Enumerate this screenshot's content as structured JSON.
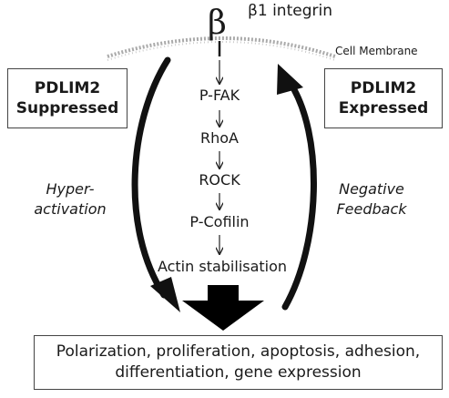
{
  "header": {
    "beta_symbol": "β",
    "integrin_label": "β1 integrin",
    "membrane_label": "Cell Membrane"
  },
  "left_box": {
    "line1": "PDLIM2",
    "line2": "Suppressed"
  },
  "right_box": {
    "line1": "PDLIM2",
    "line2": "Expressed"
  },
  "pathway": [
    "P-FAK",
    "RhoA",
    "ROCK",
    "P-Cofilin",
    "Actin stabilisation"
  ],
  "left_label": {
    "line1": "Hyper-",
    "line2": "activation"
  },
  "right_label": {
    "line1": "Negative",
    "line2": "Feedback"
  },
  "outcome": {
    "line1": "Polarization, proliferation, apoptosis, adhesion,",
    "line2": "differentiation, gene expression"
  }
}
